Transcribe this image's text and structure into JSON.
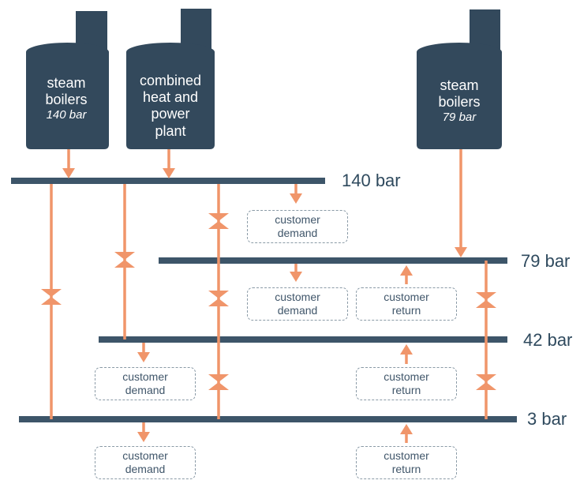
{
  "boilers": [
    {
      "lines": [
        "steam",
        "boilers"
      ],
      "italic": "140 bar"
    },
    {
      "lines": [
        "combined",
        "heat and",
        "power",
        "plant"
      ],
      "italic": ""
    },
    {
      "lines": [
        "steam",
        "boilers"
      ],
      "italic": "79 bar"
    }
  ],
  "bars": [
    "140 bar",
    "79 bar",
    "42 bar",
    "3 bar"
  ],
  "customer_demand": [
    "customer",
    "demand"
  ],
  "customer_return": [
    "customer",
    "return"
  ],
  "colors": {
    "tank": "#33495c",
    "bar": "#3d5569",
    "arrow": "#f0956a",
    "box_border": "#8a9aa6",
    "text": "#2f4a5e"
  }
}
